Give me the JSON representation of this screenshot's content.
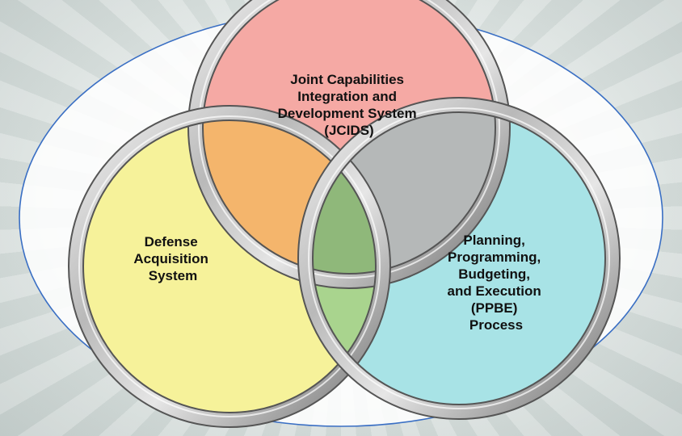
{
  "diagram": {
    "circles": [
      {
        "id": "jcids",
        "lines": [
          "Joint Capabilities",
          "Integration and",
          "Development System",
          "(JCIDS)"
        ],
        "fill": "#f5a9a4"
      },
      {
        "id": "das",
        "lines": [
          "Defense",
          "Acquisition",
          "System"
        ],
        "fill": "#f6f29a"
      },
      {
        "id": "ppbe",
        "lines": [
          "Planning,",
          "Programming,",
          "Budgeting,",
          "and Execution",
          "(PPBE)",
          "Process"
        ],
        "fill": "#a8e3e6"
      }
    ],
    "overlap_colors": {
      "jcids_das": "#f4b56c",
      "jcids_ppbe": "#b5b8b8",
      "das_ppbe": "#a9d48e",
      "center": "#8fb87a"
    },
    "ellipse_color": "#3a6fc4",
    "ring_color": "#8c8c8c"
  }
}
